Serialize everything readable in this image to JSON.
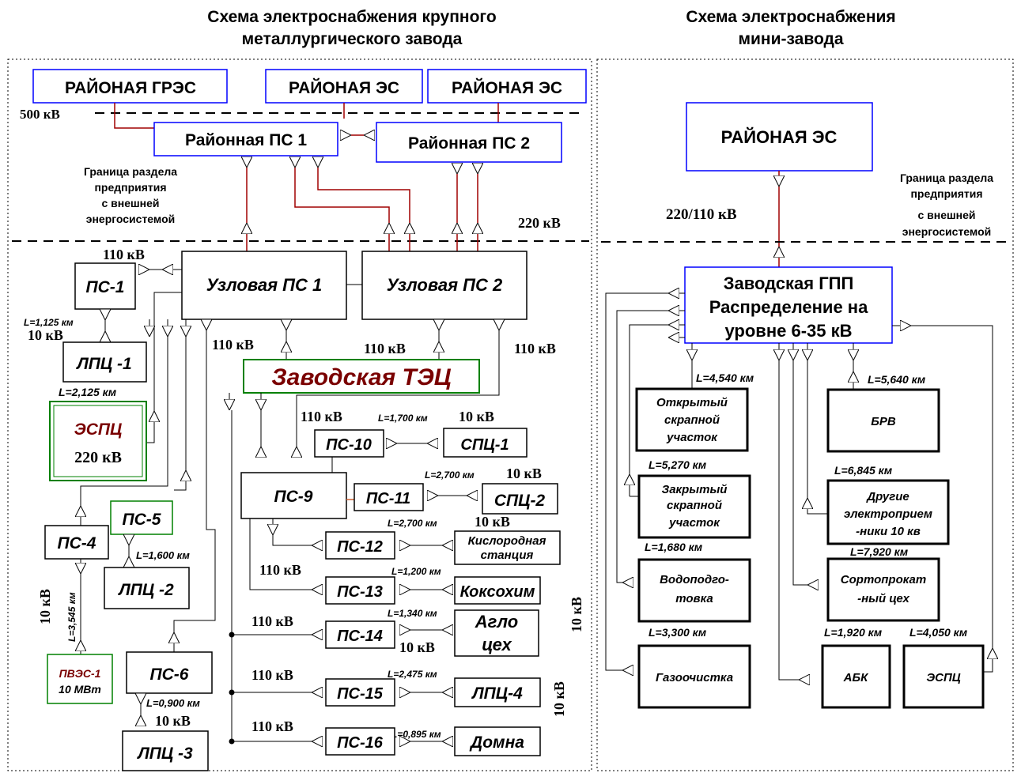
{
  "left": {
    "title_line1": "Схема электроснабжения крупного",
    "title_line2": "металлургического завода",
    "grs": "РАЙОНАЯ ГРЭС",
    "es1": "РАЙОНАЯ ЭС",
    "es2": "РАЙОНАЯ ЭС",
    "v500": "500 кВ",
    "ps1": "Районная ПС 1",
    "ps2": "Районная ПС 2",
    "boundary": [
      "Граница раздела",
      "предприятия",
      "с внешней",
      "энергосистемой"
    ],
    "v220": "220 кВ",
    "v110_a": "110 кВ",
    "uzl1": "Узловая ПС 1",
    "uzl2": "Узловая ПС 2",
    "ps_1": "ПС-1",
    "l_1125": "L=1,125 км",
    "v10_a": "10 кВ",
    "lpc1": "ЛПЦ -1",
    "v110_b": "110 кВ",
    "v110_c": "110 кВ",
    "v110_d": "110 кВ",
    "tec": "Заводская ТЭЦ",
    "l_2125": "L=2,125 км",
    "espc": "ЭСПЦ",
    "espc_v": "220 кВ",
    "v110_e": "110 кВ",
    "l_1700": "L=1,700 км",
    "v10_b": "10 кВ",
    "ps10": "ПС-10",
    "spc1": "СПЦ-1",
    "l_2700a": "L=2,700 км",
    "v10_c": "10 кВ",
    "ps9": "ПС-9",
    "ps11": "ПС-11",
    "spc2": "СПЦ-2",
    "ps5": "ПС-5",
    "ps4": "ПС-4",
    "l_1600": "L=1,600 км",
    "l_2700b": "L=2,700 км",
    "v10_d": "10 кВ",
    "ps12": "ПС-12",
    "kislor1": "Кислородная",
    "kislor2": "станция",
    "lpc2": "ЛПЦ -2",
    "v110_f": "110 кВ",
    "l_1200": "L=1,200 км",
    "ps13": "ПС-13",
    "koks": "Коксохим",
    "v10_e": "10 кВ",
    "l_3545": "L=3,545 км",
    "v10_f": "10 кВ",
    "v110_g": "110 кВ",
    "l_1340": "L=1,340 км",
    "ps14": "ПС-14",
    "aglo1": "Агло",
    "aglo2": "цех",
    "v10_g": "10 кВ",
    "pves1": "ПВЭС-1",
    "pves2": "10 МВт",
    "ps6": "ПС-6",
    "v110_h": "110 кВ",
    "l_2475": "L=2,475 км",
    "ps15": "ПС-15",
    "lpc4": "ЛПЦ-4",
    "v10_h": "10 кВ",
    "l_0900": "L=0,900 км",
    "v10_i": "10 кВ",
    "v110_i": "110 кВ",
    "l_0895": "L=0,895 км",
    "ps16": "ПС-16",
    "domna": "Домна",
    "lpc3": "ЛПЦ -3"
  },
  "right": {
    "title_line1": "Схема электроснабжения",
    "title_line2": "мини-завода",
    "es": "РАЙОНАЯ ЭС",
    "boundary": [
      "Граница раздела",
      "предприятия",
      "с внешней",
      "энергосистемой"
    ],
    "v220_110": "220/110 кВ",
    "gpp1": "Заводская ГПП",
    "gpp2": "Распределение на",
    "gpp3": "уровне 6-35 кВ",
    "l_4540": "L=4,540 км",
    "l_5640": "L=5,640 км",
    "otkr": [
      "Открытый",
      "скрапной",
      "участок"
    ],
    "brv": "БРВ",
    "l_5270": "L=5,270 км",
    "l_6845": "L=6,845 км",
    "zakr": [
      "Закрытый",
      "скрапной",
      "участок"
    ],
    "drug": [
      "Другие",
      "электроприем",
      "-ники 10 кв"
    ],
    "l_1680": "L=1,680 км",
    "l_7920": "L=7,920 км",
    "vodo": [
      "Водоподго-",
      "товка"
    ],
    "sort": [
      "Сортопрокат",
      "-ный цех"
    ],
    "l_3300": "L=3,300 км",
    "l_1920": "L=1,920 км",
    "l_4050": "L=4,050 км",
    "gaz": "Газоочистка",
    "abk": "АБК",
    "espc": "ЭСПЦ"
  }
}
